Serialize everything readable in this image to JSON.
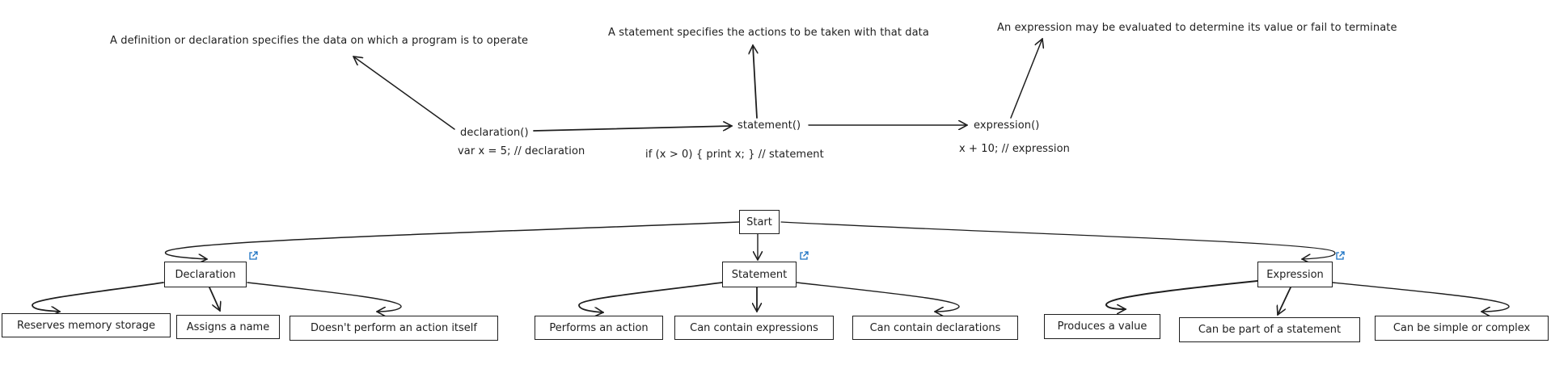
{
  "top": {
    "notes": {
      "declaration": "A definition or declaration specifies the data on which a program is to operate",
      "statement": "A statement specifies the actions to be taken with that data",
      "expression": "An expression may be evaluated to determine its value or fail to terminate"
    },
    "functions": {
      "declaration": "declaration()",
      "statement": "statement()",
      "expression": "expression()"
    },
    "examples": {
      "declaration": "var x = 5; // declaration",
      "statement": "if (x > 0) { print x; } // statement",
      "expression": "x + 10; // expression"
    }
  },
  "tree": {
    "root": "Start",
    "declaration": {
      "label": "Declaration",
      "children": [
        "Reserves memory storage",
        "Assigns a name",
        "Doesn't perform an action itself"
      ]
    },
    "statement": {
      "label": "Statement",
      "children": [
        "Performs an action",
        "Can contain expressions",
        "Can contain declarations"
      ]
    },
    "expression": {
      "label": "Expression",
      "children": [
        "Produces a value",
        "Can be part of a statement",
        "Can be simple or complex"
      ]
    }
  },
  "colors": {
    "stroke": "#1e1e1e",
    "link_icon": "#1971c2",
    "background": "#ffffff"
  },
  "icons": {
    "link": "external-link-icon"
  }
}
